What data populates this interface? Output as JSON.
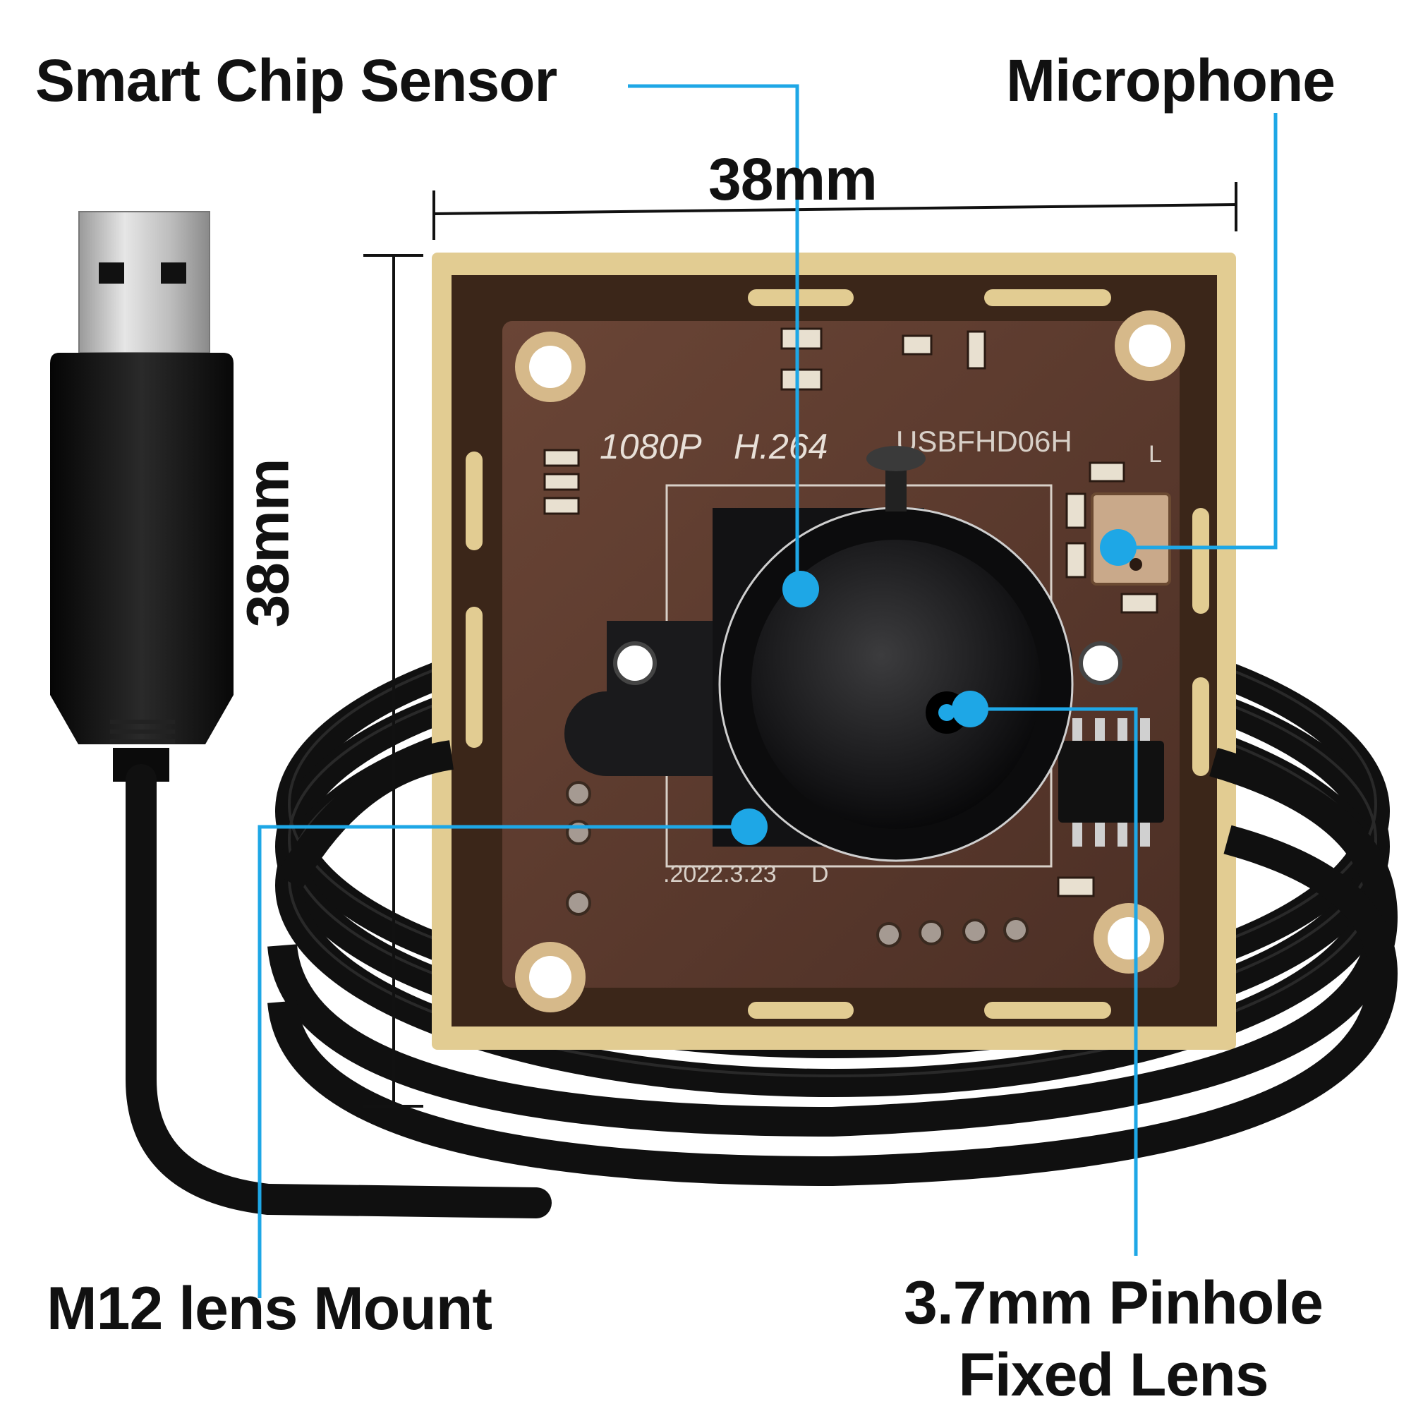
{
  "callouts": {
    "smart_chip_sensor": "Smart Chip Sensor",
    "microphone": "Microphone",
    "width_dimension": "38mm",
    "height_dimension": "38mm",
    "lens_mount": "M12 lens Mount",
    "pinhole_lens_line1": "3.7mm Pinhole",
    "pinhole_lens_line2": "Fixed Lens"
  },
  "board_markings": {
    "resolution": "1080P",
    "codec": "H.264",
    "model": "USBFHD06H",
    "date": ".2022.3.23",
    "rev": "D",
    "channel": "L"
  },
  "colors": {
    "accent_blue": "#1ea7e6",
    "pcb_brown": "#5a3a2e",
    "gold": "#d9c08a",
    "cable_black": "#111111",
    "text": "#111111"
  }
}
